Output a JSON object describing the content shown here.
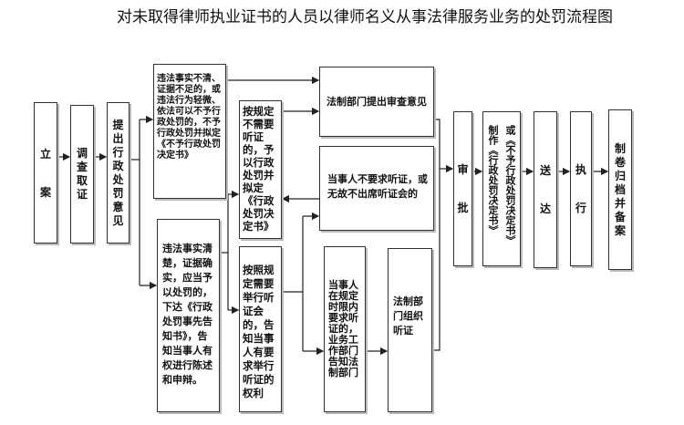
{
  "title": "对未取得律师执业证书的人员以律师名义从事法律服务业务的处罚流程图",
  "nodes": {
    "lian": "立案",
    "diaocha": "调查取证",
    "tichu": "提出行政处罚意见",
    "buqing": "违法事实不清、证据不足的，或违法行为轻微、依法可以不予行政处罚的，不予行政处罚并拟定《不予行政处罚决定书》",
    "qingchu": "违法事实清楚，证据确实，应当予以处罚的，下达《行政处罚事先告知书》，告知当事人有权进行陈述和申辩。",
    "buxu_tingzheng": "按规定不需要听证的，予以行政处罚并拟定《行政处罚决定书》",
    "xu_tingzheng": "按照规定需要举行听证会的，告知当事人有要求举行听证的权利",
    "shencha": "法制部门提出审查意见",
    "bu_yaoqiu": "当事人不要求听证，或无故不出席听证会的",
    "yaoqiu": "当事人在规定时限内要求听证的，业务工作部门告知法制部门",
    "zuzhi": "法制部门组织听证",
    "shenpi": "审批",
    "zhizuo_1": "制作《行政处罚决定书》",
    "zhizuo_2": "或《不予行政处罚决定书》",
    "songda": "送达",
    "zhixing": "执行",
    "guidang": "制卷归档并备案"
  }
}
